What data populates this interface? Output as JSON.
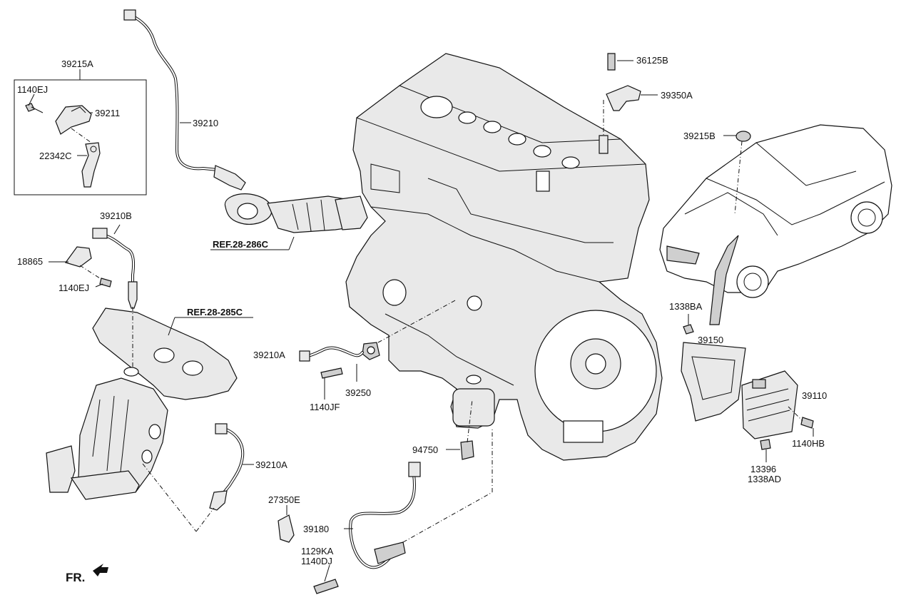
{
  "diagram": {
    "part_labels": {
      "p39215A": "39215A",
      "p1140EJ_top": "1140EJ",
      "p39211": "39211",
      "p22342C": "22342C",
      "p39210": "39210",
      "p39210B": "39210B",
      "p18865": "18865",
      "p1140EJ_mid": "1140EJ",
      "p39210A_mid": "39210A",
      "p1140JF": "1140JF",
      "p39250": "39250",
      "p39210A_low": "39210A",
      "p27350E": "27350E",
      "p39180": "39180",
      "p1129KA": "1129KA",
      "p1140DJ": "1140DJ",
      "p94750": "94750",
      "p36125B": "36125B",
      "p39350A": "39350A",
      "p39215B": "39215B",
      "p1338BA": "1338BA",
      "p39150": "39150",
      "p39110": "39110",
      "p1140HB": "1140HB",
      "p13396": "13396",
      "p1338AD": "1338AD"
    },
    "references": {
      "ref_286C": "REF.28-286C",
      "ref_285C": "REF.28-285C"
    },
    "orientation": "FR."
  }
}
